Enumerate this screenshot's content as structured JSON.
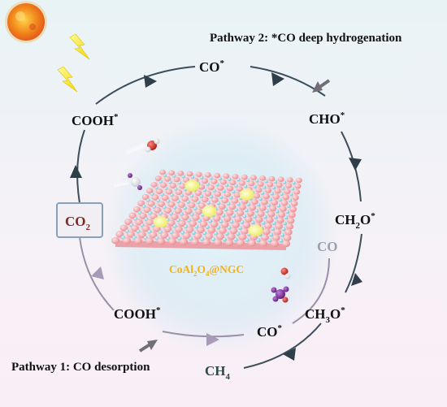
{
  "pathway2": "Pathway 2: *CO deep hydrogenation",
  "pathway1": "Pathway 1: CO desorption",
  "species": {
    "co_ads": {
      "base": "CO",
      "sup": "*"
    },
    "cooh_top": {
      "base": "COOH",
      "sup": "*"
    },
    "cho": {
      "base": "CHO",
      "sup": "*"
    },
    "ch2o": {
      "base": "CH",
      "sub": "2",
      "tail": "O",
      "sup": "*"
    },
    "ch3o": {
      "base": "CH",
      "sub": "3",
      "tail": "O",
      "sup": "*"
    },
    "co2": {
      "base": "CO",
      "sub": "2"
    },
    "co_gas": "CO",
    "cooh_bottom": {
      "base": "COOH",
      "sup": "*"
    },
    "co_ads_bottom": {
      "base": "CO",
      "sup": "*"
    },
    "ch4": {
      "base": "CH",
      "sub": "4"
    }
  },
  "catalyst": {
    "a": "CoAl",
    "sub1": "2",
    "b": "O",
    "sub2": "4",
    "c": "@NGC"
  },
  "colors": {
    "cycle_outer": "#3c4e5a",
    "cycle_inner": "#9a90a8",
    "co2_text": "#7b2b22",
    "co2_box": "#8aa0b8",
    "co_gas_text": "#9aa0ac",
    "catalyst_text": "#f3b21b",
    "ball_pink": "#f2a2a6",
    "ball_blue": "#8fd6e6",
    "ball_yellow": "#f1f27a"
  },
  "icons": [
    "sun-icon",
    "lightning-icon",
    "lightning-icon",
    "arrow-icon",
    "arrow-icon"
  ]
}
